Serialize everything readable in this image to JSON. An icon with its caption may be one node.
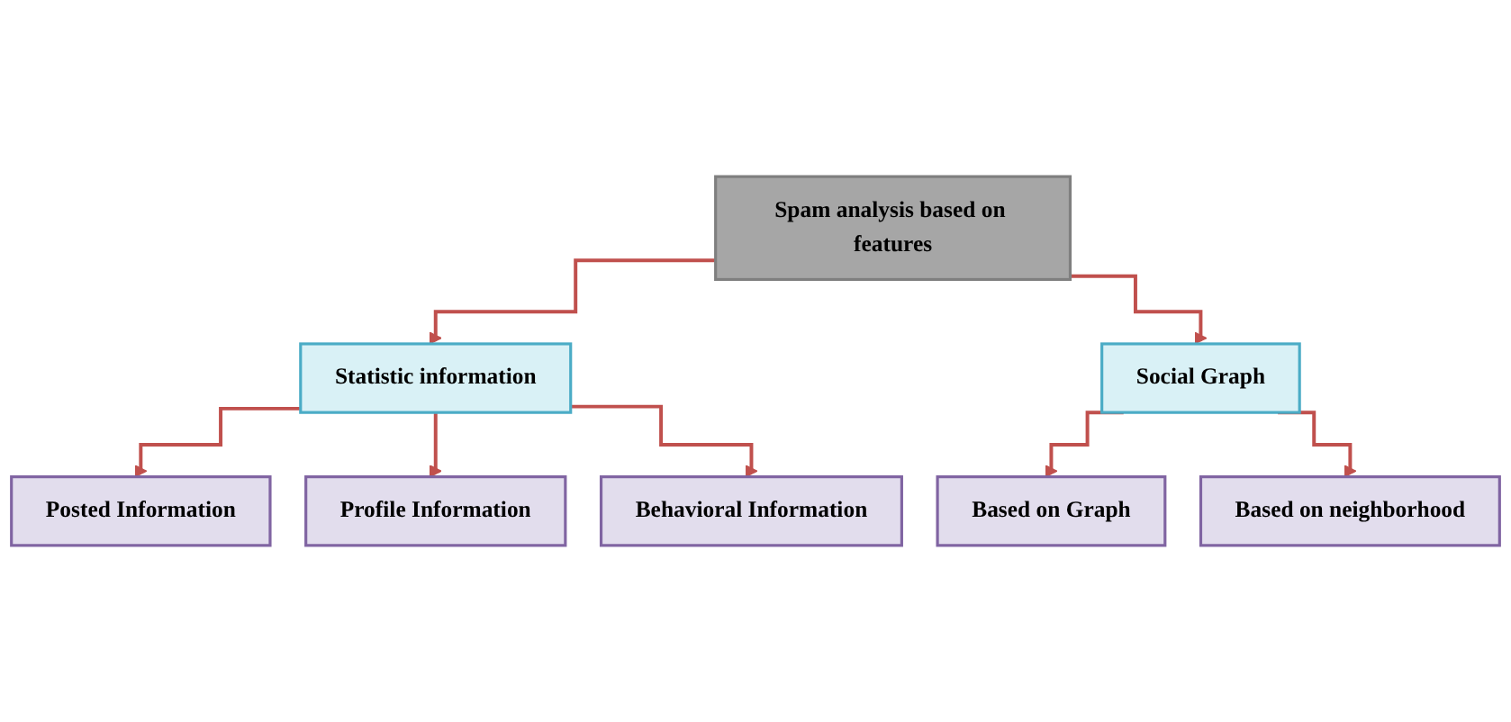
{
  "diagram": {
    "nodes": [
      {
        "text": [
          "Spam analysis based on features"
        ]
      },
      {
        "text": [
          "Statistic information"
        ]
      },
      {
        "text": [
          "Social Graph"
        ]
      },
      {
        "text": [
          "Posted Information"
        ]
      },
      {
        "text": [
          "Profile Information"
        ]
      },
      {
        "text": [
          "Behavioral Information"
        ]
      },
      {
        "text": [
          "Based on Graph"
        ]
      },
      {
        "text": [
          "Based on neighborhood"
        ]
      }
    ],
    "edges": [
      {
        "from": 0,
        "to": 1,
        "arrow": "to"
      },
      {
        "from": 0,
        "to": 2,
        "arrow": "to"
      },
      {
        "from": 1,
        "to": 3,
        "arrow": "to"
      },
      {
        "from": 1,
        "to": 4,
        "arrow": "to"
      },
      {
        "from": 1,
        "to": 5,
        "arrow": "to"
      },
      {
        "from": 2,
        "to": 6,
        "arrow": "to"
      },
      {
        "from": 2,
        "to": 7,
        "arrow": "to"
      }
    ]
  }
}
